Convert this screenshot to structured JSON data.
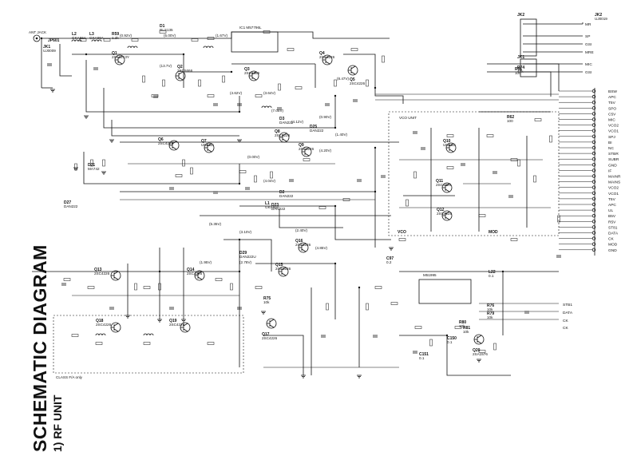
{
  "title": "SCHEMATIC DIAGRAM",
  "subtitle": "1) RF UNIT",
  "labels": {
    "ant_jack": "ANT JACK",
    "ic1": "IC1 M57796L",
    "ic2": "M51995",
    "ld5_note": "CLASS F/A only",
    "ck_label": "CK"
  },
  "components": [
    {
      "ref": "Q1",
      "part": "2SA1213Y"
    },
    {
      "ref": "Q2",
      "part": "2SC5666"
    },
    {
      "ref": "Q3",
      "part": "2SC5666"
    },
    {
      "ref": "Q4",
      "part": "2SC4226"
    },
    {
      "ref": "Q5",
      "part": "2SC4226"
    },
    {
      "ref": "Q6",
      "part": "2SC4226"
    },
    {
      "ref": "Q7",
      "part": "UN6111"
    },
    {
      "ref": "Q8",
      "part": "2SC4226"
    },
    {
      "ref": "Q9",
      "part": "2SC4226"
    },
    {
      "ref": "Q10",
      "part": "UN6111"
    },
    {
      "ref": "Q11",
      "part": "2SC4226"
    },
    {
      "ref": "Q12",
      "part": "2SC4226"
    },
    {
      "ref": "Q13",
      "part": "2SC4226"
    },
    {
      "ref": "Q14",
      "part": "2SC4226"
    },
    {
      "ref": "Q15",
      "part": "2SC4226"
    },
    {
      "ref": "Q16",
      "part": "2SC4226"
    },
    {
      "ref": "Q17",
      "part": "2SC4226"
    },
    {
      "ref": "Q18",
      "part": "2SC4226"
    },
    {
      "ref": "Q19",
      "part": "2SC4226"
    },
    {
      "ref": "Q20",
      "part": "2SA1576"
    },
    {
      "ref": "D1",
      "part": "RLS135"
    },
    {
      "ref": "D2",
      "part": "DAN222"
    },
    {
      "ref": "D3",
      "part": "DAN222"
    },
    {
      "ref": "D21",
      "part": "MA742"
    },
    {
      "ref": "D23",
      "part": "DAN222"
    },
    {
      "ref": "D25",
      "part": "DAN222"
    },
    {
      "ref": "D27",
      "part": "DAN222"
    },
    {
      "ref": "D29",
      "part": "DAN222U"
    },
    {
      "ref": "L1",
      "part": "GKA66A"
    },
    {
      "ref": "L2",
      "part": "GKA66A"
    },
    {
      "ref": "L3",
      "part": "GKA66A"
    },
    {
      "ref": "R59",
      "part": "1.2k"
    },
    {
      "ref": "JP601",
      "part": ""
    },
    {
      "ref": "JK1",
      "part": "UJ0009"
    },
    {
      "ref": "JK2",
      "part": "UJ0019"
    },
    {
      "ref": "R61",
      "part": "100"
    },
    {
      "ref": "R62",
      "part": "100"
    },
    {
      "ref": "R74",
      "part": "47k"
    },
    {
      "ref": "R75",
      "part": "10k"
    },
    {
      "ref": "R76",
      "part": "10k"
    },
    {
      "ref": "R79",
      "part": "10k"
    },
    {
      "ref": "R80",
      "part": "10k"
    },
    {
      "ref": "R81",
      "part": "10k"
    },
    {
      "ref": "C150",
      "part": "0.1"
    },
    {
      "ref": "C151",
      "part": "0.1"
    },
    {
      "ref": "L22",
      "part": "0.1"
    },
    {
      "ref": "C97",
      "part": "0.2"
    }
  ],
  "voltages": [
    "(0.92V)",
    "(5.00V)",
    "(1.67V)",
    "(13.7V)",
    "(4.62V)",
    "(3.64V)",
    "(8.47V)",
    "(7.05V)",
    "(4.12V)",
    "(0.90V)",
    "(1.40V)",
    "(4.20V)",
    "(0.00V)",
    "(4.04V)",
    "(3.10V)",
    "(5.35V)",
    "(2.40V)",
    "(4.85V)",
    "(1.95V)",
    "(2.78V)"
  ],
  "connector": {
    "pins": [
      "BSW",
      "APC",
      "T5V",
      "SPO",
      "C5V",
      "MIC",
      "VCO2",
      "VCO1",
      "SPJ",
      "BI",
      "NC",
      "STBR",
      "SUBR",
      "GND",
      "IF",
      "MAINR",
      "MAINS",
      "VCO2",
      "VCO1",
      "T5V",
      "APC",
      "UL",
      "B5V",
      "R5V",
      "ST81",
      "DATA",
      "CK",
      "MOD",
      "GND"
    ]
  },
  "jacks": {
    "jk2_labels": [
      "MR",
      "SP",
      "GSI",
      "MRE"
    ],
    "jk1_labels": [
      "MIC",
      "GSI"
    ],
    "jk2_ref": "JK2",
    "jk1_ref": "JK1"
  },
  "bottom_signals": [
    "STB1",
    "DATA",
    "CK"
  ],
  "box_labels": {
    "vco": "VCO",
    "mod": "MOD",
    "unit": "VCO UNIT"
  }
}
